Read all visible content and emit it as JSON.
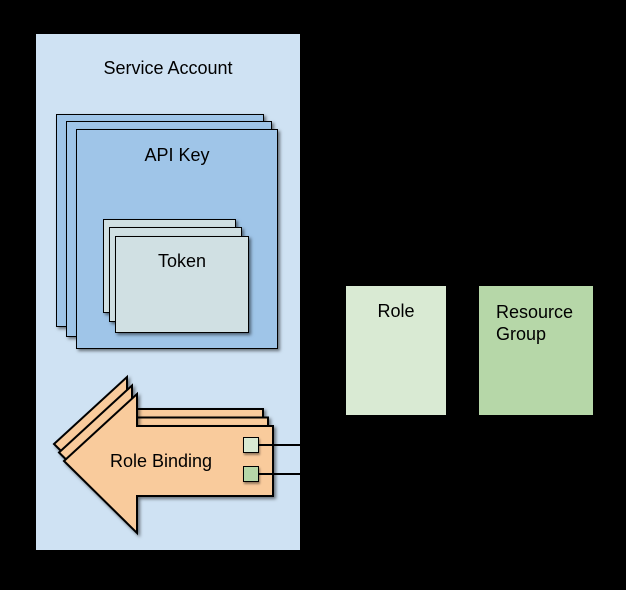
{
  "diagram": {
    "service_account": {
      "label": "Service Account"
    },
    "api_key": {
      "label": "API Key"
    },
    "token": {
      "label": "Token"
    },
    "role_binding": {
      "label": "Role Binding"
    },
    "role": {
      "label": "Role"
    },
    "resource_group": {
      "label": "Resource Group"
    },
    "colors": {
      "background": "#000000",
      "stroke": "#000000",
      "service_account_fill": "#cfe2f3",
      "api_key_fill": "#9fc5e8",
      "token_fill": "#d0e0e3",
      "role_binding_fill": "#f9cb9c",
      "role_fill": "#d9ead3",
      "resource_group_fill": "#b6d7a8"
    }
  }
}
